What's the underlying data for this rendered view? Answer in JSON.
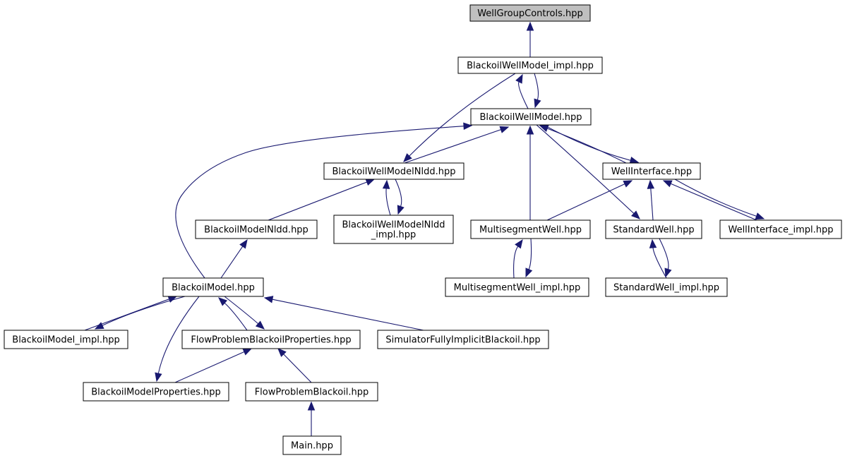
{
  "graph": {
    "edge_color": "#191970",
    "root_fill": "#bfbfbf",
    "nodes": [
      {
        "id": "wgc",
        "lines": [
          "WellGroupControls.hpp"
        ],
        "root": true
      },
      {
        "id": "bwmi",
        "lines": [
          "BlackoilWellModel_impl.hpp"
        ]
      },
      {
        "id": "bwm",
        "lines": [
          "BlackoilWellModel.hpp"
        ]
      },
      {
        "id": "bwmn",
        "lines": [
          "BlackoilWellModelNldd.hpp"
        ]
      },
      {
        "id": "wi",
        "lines": [
          "WellInterface.hpp"
        ]
      },
      {
        "id": "bmn",
        "lines": [
          "BlackoilModelNldd.hpp"
        ]
      },
      {
        "id": "bwmni",
        "lines": [
          "BlackoilWellModelNldd",
          "_impl.hpp"
        ]
      },
      {
        "id": "msw",
        "lines": [
          "MultisegmentWell.hpp"
        ]
      },
      {
        "id": "sw",
        "lines": [
          "StandardWell.hpp"
        ]
      },
      {
        "id": "wii",
        "lines": [
          "WellInterface_impl.hpp"
        ]
      },
      {
        "id": "bm",
        "lines": [
          "BlackoilModel.hpp"
        ]
      },
      {
        "id": "mswi",
        "lines": [
          "MultisegmentWell_impl.hpp"
        ]
      },
      {
        "id": "swi",
        "lines": [
          "StandardWell_impl.hpp"
        ]
      },
      {
        "id": "bmi",
        "lines": [
          "BlackoilModel_impl.hpp"
        ]
      },
      {
        "id": "fpbp",
        "lines": [
          "FlowProblemBlackoilProperties.hpp"
        ]
      },
      {
        "id": "sfib",
        "lines": [
          "SimulatorFullyImplicitBlackoil.hpp"
        ]
      },
      {
        "id": "bmp",
        "lines": [
          "BlackoilModelProperties.hpp"
        ]
      },
      {
        "id": "fpb",
        "lines": [
          "FlowProblemBlackoil.hpp"
        ]
      },
      {
        "id": "main",
        "lines": [
          "Main.hpp"
        ]
      }
    ],
    "edges": [
      {
        "from": "bwmi",
        "to": "wgc"
      },
      {
        "from": "bwm",
        "to": "bwmi"
      },
      {
        "from": "bwmi",
        "to": "bwm"
      },
      {
        "from": "bwmi",
        "to": "bwmn"
      },
      {
        "from": "bwmn",
        "to": "bwm"
      },
      {
        "from": "bm",
        "to": "bwm"
      },
      {
        "from": "msw",
        "to": "bwm"
      },
      {
        "from": "wi",
        "to": "bwm"
      },
      {
        "from": "bwm",
        "to": "wi"
      },
      {
        "from": "bwm",
        "to": "sw"
      },
      {
        "from": "bmn",
        "to": "bwmn"
      },
      {
        "from": "bwmni",
        "to": "bwmn"
      },
      {
        "from": "bwmn",
        "to": "bwmni"
      },
      {
        "from": "msw",
        "to": "wi"
      },
      {
        "from": "sw",
        "to": "wi"
      },
      {
        "from": "wii",
        "to": "wi"
      },
      {
        "from": "wi",
        "to": "wii"
      },
      {
        "from": "bm",
        "to": "bmn"
      },
      {
        "from": "mswi",
        "to": "msw"
      },
      {
        "from": "msw",
        "to": "mswi"
      },
      {
        "from": "swi",
        "to": "sw"
      },
      {
        "from": "sw",
        "to": "swi"
      },
      {
        "from": "bmi",
        "to": "bm"
      },
      {
        "from": "bm",
        "to": "bmi"
      },
      {
        "from": "fpbp",
        "to": "bm"
      },
      {
        "from": "bm",
        "to": "fpbp"
      },
      {
        "from": "sfib",
        "to": "bm"
      },
      {
        "from": "bm",
        "to": "bmp"
      },
      {
        "from": "bmp",
        "to": "fpbp"
      },
      {
        "from": "fpb",
        "to": "fpbp"
      },
      {
        "from": "main",
        "to": "fpb"
      }
    ]
  }
}
